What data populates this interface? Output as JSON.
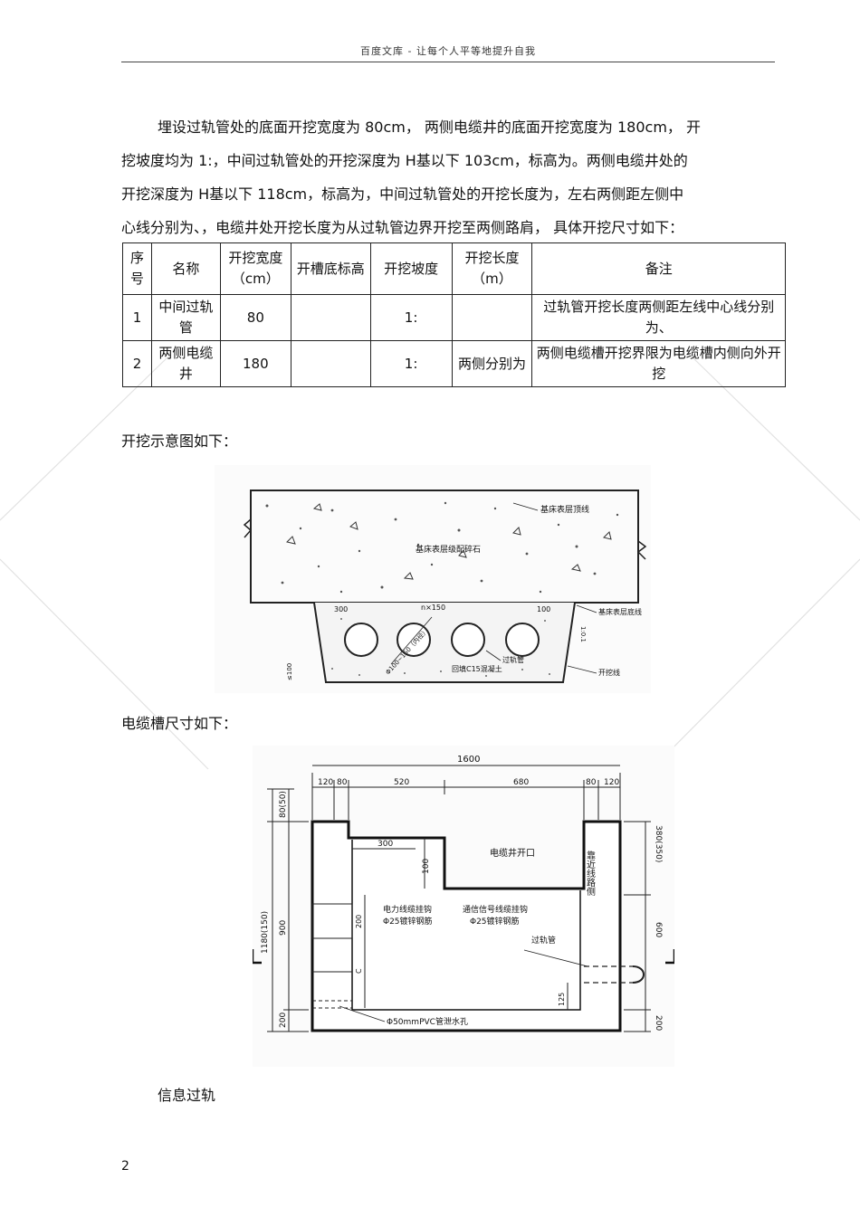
{
  "header": {
    "text": "百度文库  -  让每个人平等地提升自我"
  },
  "intro": {
    "line1": "埋设过轨管处的底面开挖宽度为     80cm， 两侧电缆井的底面开挖宽度为     180cm， 开",
    "line2": "挖坡度均为  1:，中间过轨管处的开挖深度为    H基以下 103cm，标高为。两侧电缆井处的",
    "line3": "开挖深度为   H基以下  118cm，标高为，中间过轨管处的开挖长度为，左右两侧距左侧中",
    "line4": "心线分别为、，电缆井处开挖长度为从过轨管边界开挖至两侧路肩，      具体开挖尺寸如下："
  },
  "table": {
    "headers": [
      "序号",
      "名称",
      "开挖宽度（cm）",
      "开槽底标高",
      "开挖坡度",
      "开挖长度（m）",
      "备注"
    ],
    "rows": [
      [
        "1",
        "中间过轨管",
        "80",
        "",
        "1:",
        "",
        "过轨管开挖长度两侧距左线中心线分别为、"
      ],
      [
        "2",
        "两侧电缆井",
        "180",
        "",
        "1:",
        "两侧分别为",
        "两侧电缆槽开挖界限为电缆槽内侧向外开挖"
      ]
    ]
  },
  "captions": {
    "excavation": "开挖示意图如下：",
    "cable_trough": "电缆槽尺寸如下："
  },
  "figure1": {
    "label_top": "基床表层顶线",
    "label_mid": "基床表层级配碎石",
    "label_bottom": "基床表层底线",
    "label_cut": "开挖线",
    "label_pipe": "过轨管",
    "label_fill": "回填C15混凝土",
    "dim_left": "300",
    "dim_mid": "n×150",
    "dim_right": "100",
    "dim_diag": "Φ100~150（内径）",
    "dim_slope": "1:0.1",
    "dim_depth": "≤100"
  },
  "figure2": {
    "dim_total": "1600",
    "dims_top": [
      "120",
      "80",
      "520",
      "680",
      "80",
      "120"
    ],
    "dim_left_outer": "1180(150)",
    "dim_left_a": "80(50)",
    "dim_left_b": "900",
    "dim_left_c": "200",
    "dim_right_a": "380(350)",
    "dim_right_b": "600",
    "dim_right_c": "200",
    "dim_inner_300": "300",
    "dim_inner_100": "100",
    "dim_inner_200": "200",
    "dim_inner_c": "C",
    "dim_inner_125": "125",
    "label_opening": "电缆井开口",
    "label_side": "靠近线路侧",
    "label_power": "电力线缆挂钩",
    "label_power_spec": "Φ25镀锌钢筋",
    "label_signal": "通信信号线缆挂钩",
    "label_signal_spec": "Φ25镀锌钢筋",
    "label_pipe": "过轨管",
    "label_drain": "Φ50mmPVC管泄水孔"
  },
  "tail_text": "信息过轨",
  "page_number": "2"
}
